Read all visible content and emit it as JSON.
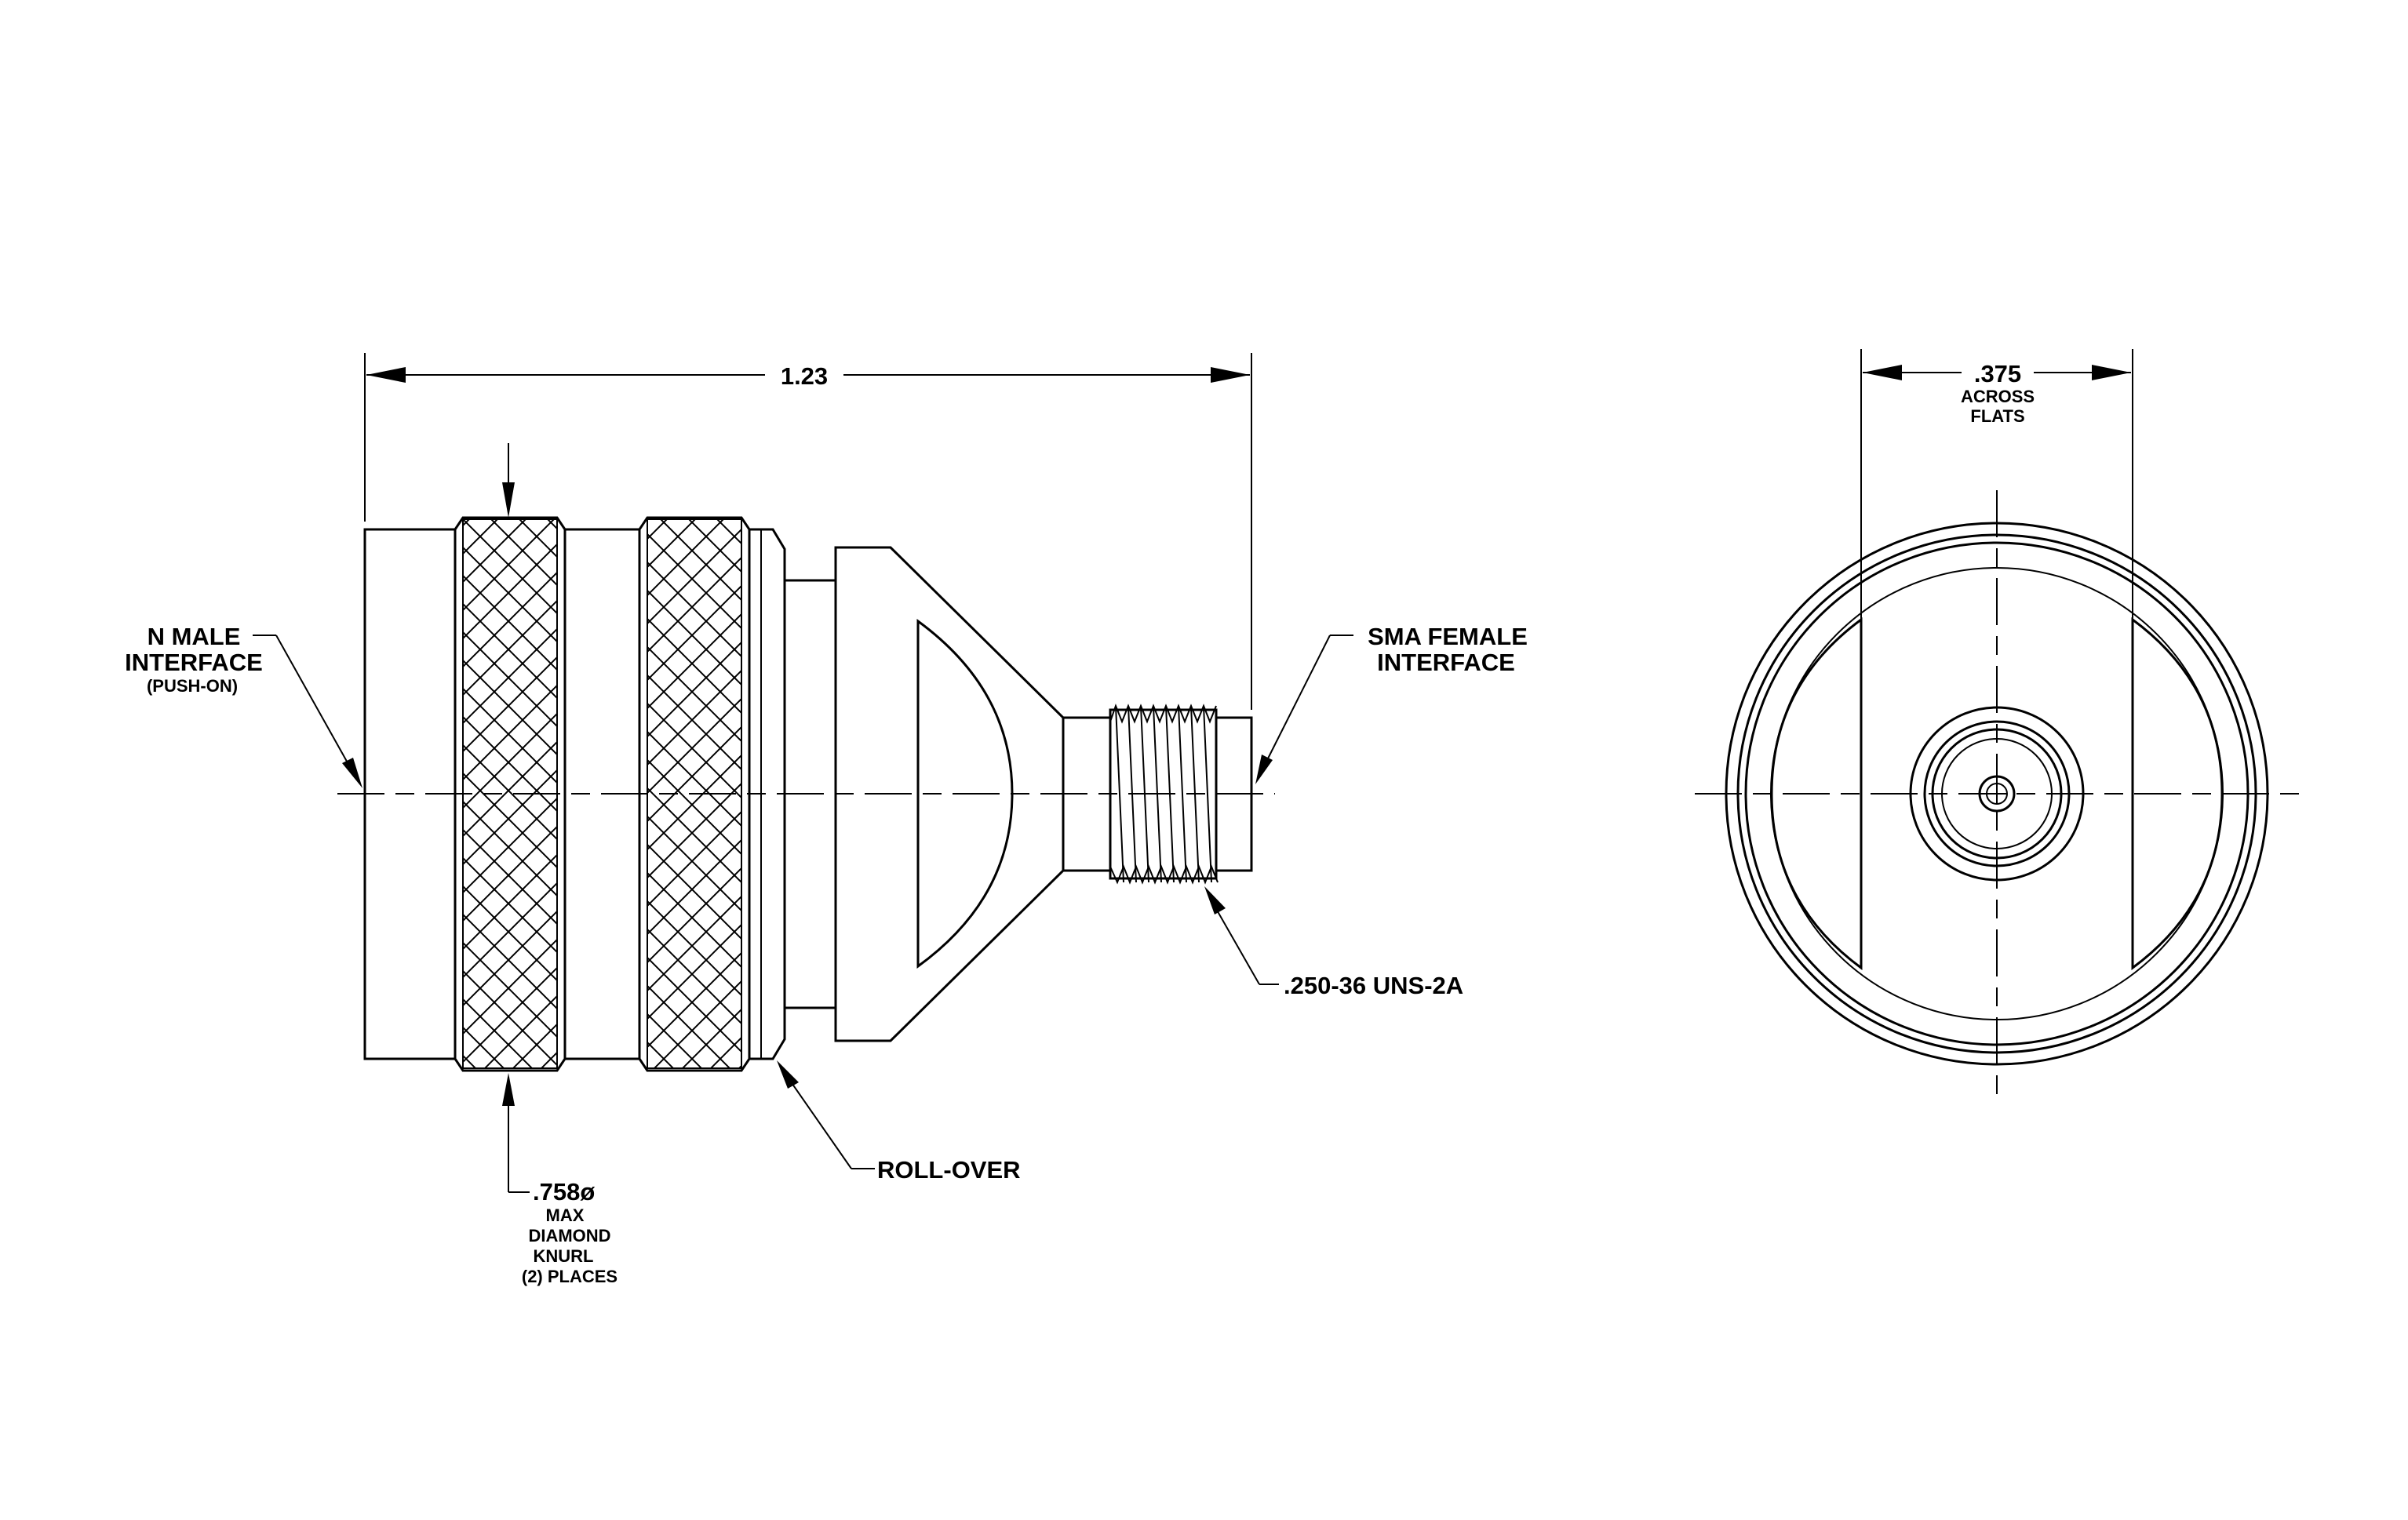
{
  "labels": {
    "overall_length": "1.23",
    "across_flats_value": ".375",
    "across_flats_line1": "ACROSS",
    "across_flats_line2": "FLATS",
    "n_male_line1": "N  MALE",
    "n_male_line2": "INTERFACE",
    "n_male_line3": "(PUSH-ON)",
    "sma_line1": "SMA  FEMALE",
    "sma_line2": "INTERFACE",
    "thread": ".250-36  UNS-2A",
    "rollover": "ROLL-OVER",
    "knurl_line1": ".758ø",
    "knurl_line2": "MAX",
    "knurl_line3": "DIAMOND",
    "knurl_line4": "KNURL",
    "knurl_line5": "(2)  PLACES"
  }
}
